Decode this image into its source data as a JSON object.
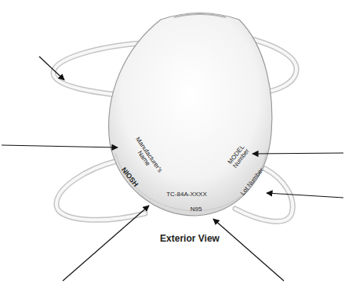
{
  "diagram": {
    "caption": "Exterior View",
    "labels": [
      "Manufacturer's Name",
      "NIOSH",
      "TC-84A-XXXX",
      "N95",
      "MODEL Number",
      "Lot Number"
    ]
  }
}
